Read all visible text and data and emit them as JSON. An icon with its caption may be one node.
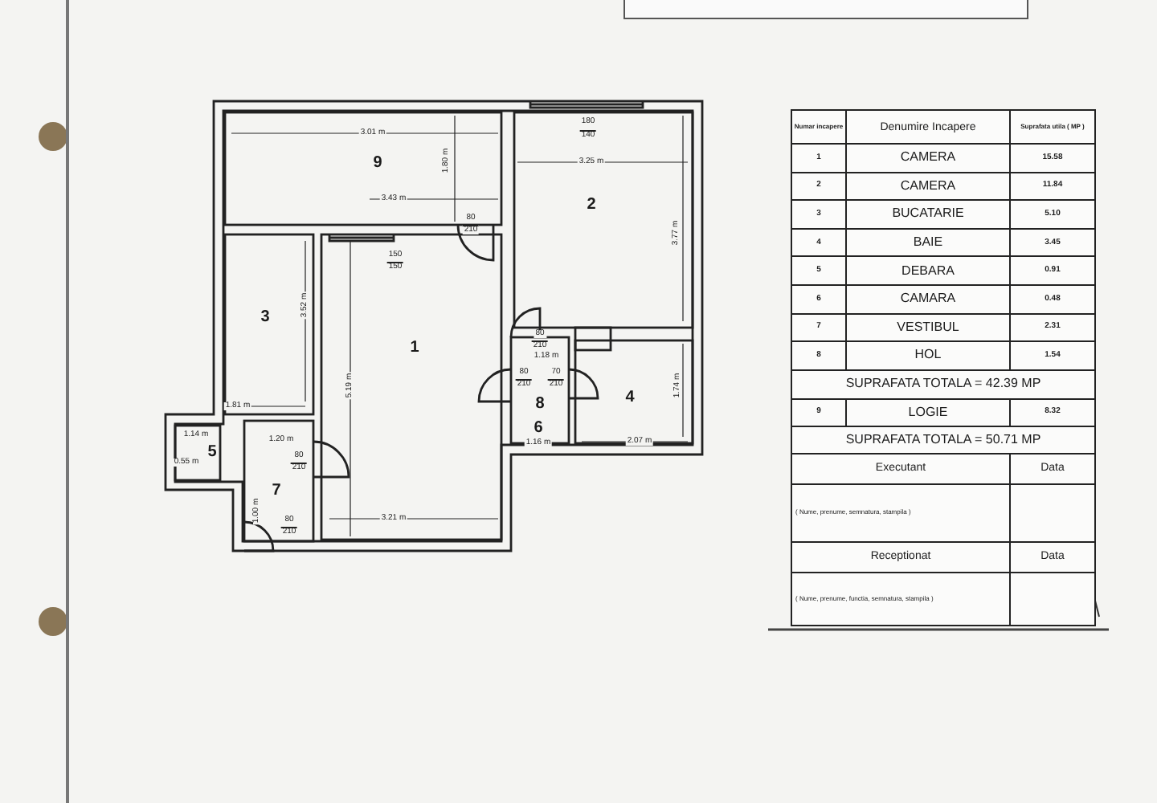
{
  "diagram": {
    "labels": [
      "9",
      "3.01 m",
      "1.80 m",
      "180",
      "140",
      "2",
      "3.25 m",
      "3.43 m",
      "80",
      "210",
      "150",
      "150",
      "3.77 m",
      "3",
      "3.52 m",
      "1",
      "5.19 m",
      "80",
      "210",
      "1.18 m",
      "80",
      "210",
      "8",
      "70",
      "210",
      "4",
      "1.74 m",
      "1.81 m",
      "1.14 m",
      "1.20 m",
      "5",
      "0.55 m",
      "80",
      "210",
      "7",
      "1.00 m",
      "6",
      "1.16 m",
      "2.07 m",
      "80",
      "210",
      "3.21 m",
      "Numar incapere",
      "Denumire Incapere",
      "Suprafata utila ( MP )",
      "1",
      "CAMERA",
      "15.58",
      "2",
      "CAMERA",
      "11.84",
      "3",
      "BUCATARIE",
      "5.10",
      "4",
      "BAIE",
      "3.45",
      "5",
      "DEBARA",
      "0.91",
      "6",
      "CAMARA",
      "0.48",
      "7",
      "VESTIBUL",
      "2.31",
      "8",
      "HOL",
      "1.54",
      "SUPRAFATA TOTALA = 42.39 MP",
      "9",
      "LOGIE",
      "8.32",
      "SUPRAFATA TOTALA = 50.71 MP",
      "Executant",
      "Data",
      "( Nume, prenume, semnatura, stampila )",
      "Receptionat",
      "Data",
      "( Nume, prenume, functia, semnatura, stampila )"
    ]
  }
}
